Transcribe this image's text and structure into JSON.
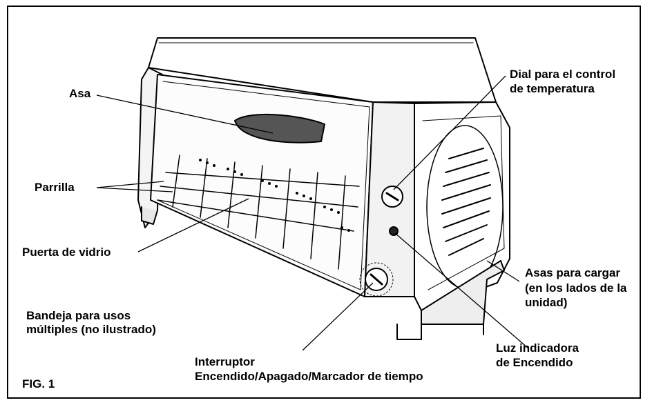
{
  "figure": {
    "fig_label": "FIG. 1",
    "labels": {
      "handle": "Asa",
      "rack": "Parrilla",
      "glass_door": "Puerta de vidrio",
      "tray_line1": "Bandeja para usos",
      "tray_line2": "múltiples (no ilustrado)",
      "switch_line1": "Interruptor",
      "switch_line2": "Encendido/Apagado/Marcador de tiempo",
      "temp_dial_line1": "Dial para el control",
      "temp_dial_line2": "de temperatura",
      "carry_line1": "Asas para cargar",
      "carry_line2": "(en los lados de la",
      "carry_line3": "unidad)",
      "light_line1": "Luz indicadora",
      "light_line2": "de Encendido"
    }
  }
}
